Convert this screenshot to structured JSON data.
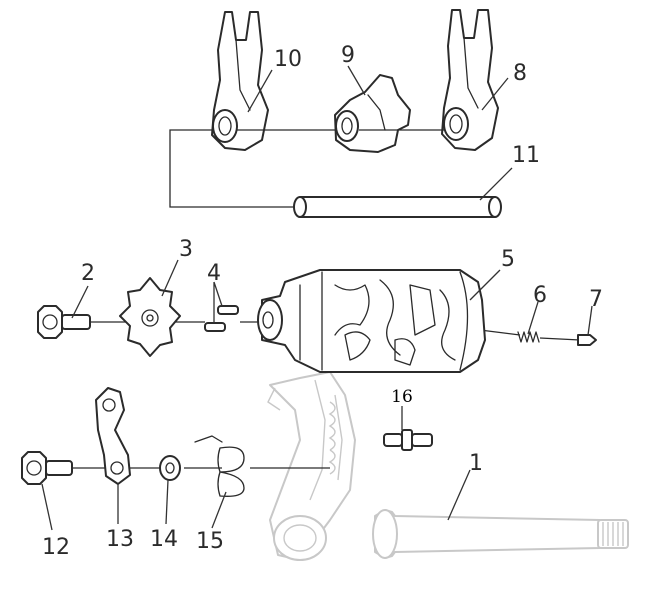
{
  "diagram": {
    "callouts": [
      {
        "id": "c1",
        "text": "1"
      },
      {
        "id": "c2",
        "text": "2"
      },
      {
        "id": "c3",
        "text": "3"
      },
      {
        "id": "c4",
        "text": "4"
      },
      {
        "id": "c5",
        "text": "5"
      },
      {
        "id": "c6",
        "text": "6"
      },
      {
        "id": "c7",
        "text": "7"
      },
      {
        "id": "c8",
        "text": "8"
      },
      {
        "id": "c9",
        "text": "9"
      },
      {
        "id": "c10",
        "text": "10"
      },
      {
        "id": "c11",
        "text": "11"
      },
      {
        "id": "c12",
        "text": "12"
      },
      {
        "id": "c13",
        "text": "13"
      },
      {
        "id": "c14",
        "text": "14"
      },
      {
        "id": "c15",
        "text": "15"
      },
      {
        "id": "c16",
        "text": "16"
      }
    ],
    "colors": {
      "line": "#2b2b2b",
      "ghost": "#c8c8c8",
      "background": "#ffffff"
    }
  }
}
